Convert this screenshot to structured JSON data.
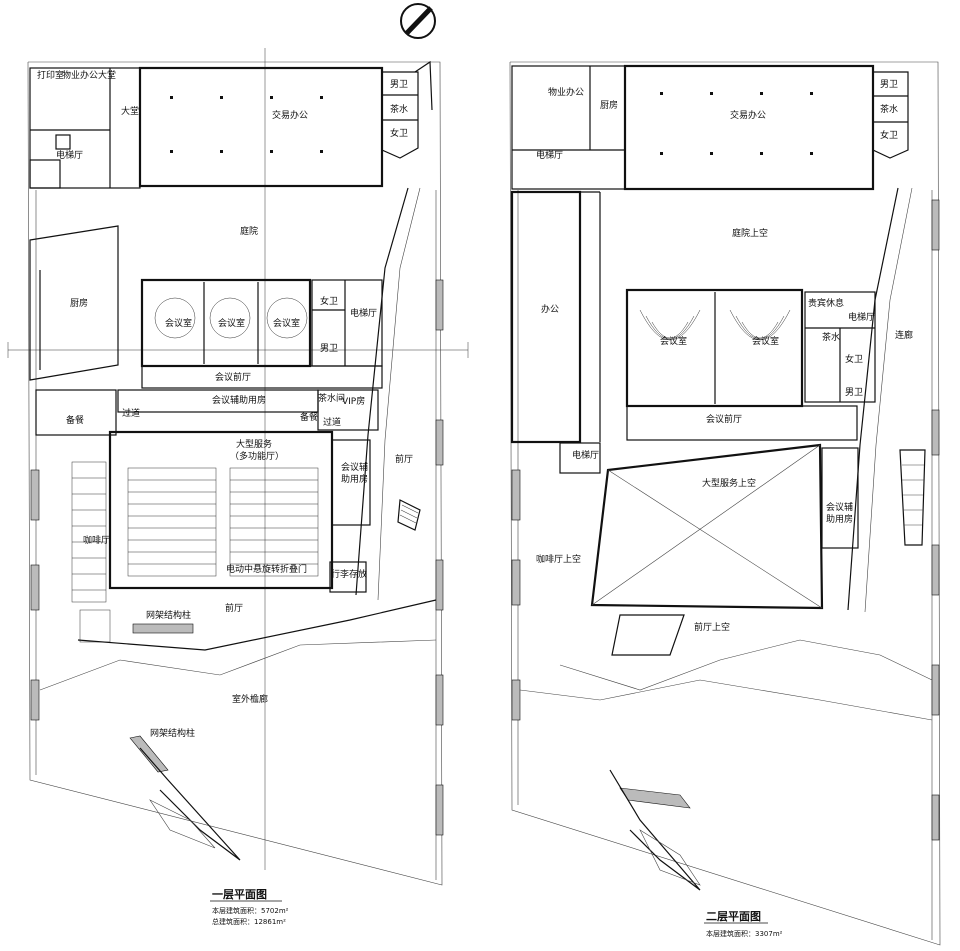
{
  "plan1": {
    "rooms": {
      "print": "打印室",
      "property_lobby": "物业办公大堂",
      "lobby": "大堂",
      "trading_office": "交易办公",
      "male_wc": "男卫",
      "tea": "茶水",
      "female_wc": "女卫",
      "elevator_hall": "电梯厅",
      "courtyard": "庭院",
      "kitchen": "厨房",
      "meeting_room_a": "会议室",
      "meeting_room_b": "会议室",
      "meeting_room_c": "会议室",
      "meeting_front_hall": "会议前厅",
      "meeting_aux": "会议辅助用房",
      "vip_room": "VIP房",
      "tea_room": "茶水间",
      "female_wc_2": "女卫",
      "male_wc_2": "男卫",
      "elevator_hall_2": "电梯厅",
      "prep": "备餐",
      "prep_2": "备餐",
      "corridor": "过道",
      "corridor_2": "过道",
      "banquet_line1": "大型服务",
      "banquet_line2": "（多功能厅）",
      "meeting_aux_2_line1": "会议辅",
      "meeting_aux_2_line2": "助用房",
      "front_hall": "前厅",
      "cafe": "咖啡厅",
      "partition_door": "电动中悬旋转折叠门",
      "luggage": "行李存放",
      "space_frame_column": "网架结构柱",
      "outdoor_gallery": "室外檐廊",
      "space_frame_column_2": "网架结构柱"
    },
    "caption": "一层平面图",
    "area_line1": "本层建筑面积：5702m²",
    "area_line2": "总建筑面积：12861m²"
  },
  "plan2": {
    "rooms": {
      "property_office": "物业办公",
      "kitchen": "厨房",
      "trading_office": "交易办公",
      "male_wc": "男卫",
      "tea": "茶水",
      "female_wc": "女卫",
      "elevator_hall": "电梯厅",
      "courtyard_void": "庭院上空",
      "office": "办公",
      "meeting_room_a": "会议室",
      "meeting_room_b": "会议室",
      "vip_lounge": "贵宾休息",
      "elevator_hall_2": "电梯厅",
      "tea_2": "茶水",
      "female_wc_2": "女卫",
      "male_wc_2": "男卫",
      "bridge": "连廊",
      "meeting_front_hall": "会议前厅",
      "elevator_hall_3": "电梯厅",
      "banquet_void": "大型服务上空",
      "meeting_aux_line1": "会议辅",
      "meeting_aux_line2": "助用房",
      "cafe_void": "咖啡厅上空",
      "front_hall_void": "前厅上空"
    },
    "caption": "二层平面图",
    "area_line1": "本层建筑面积：3307m²"
  },
  "icons": {
    "north": "north-arrow-icon"
  }
}
